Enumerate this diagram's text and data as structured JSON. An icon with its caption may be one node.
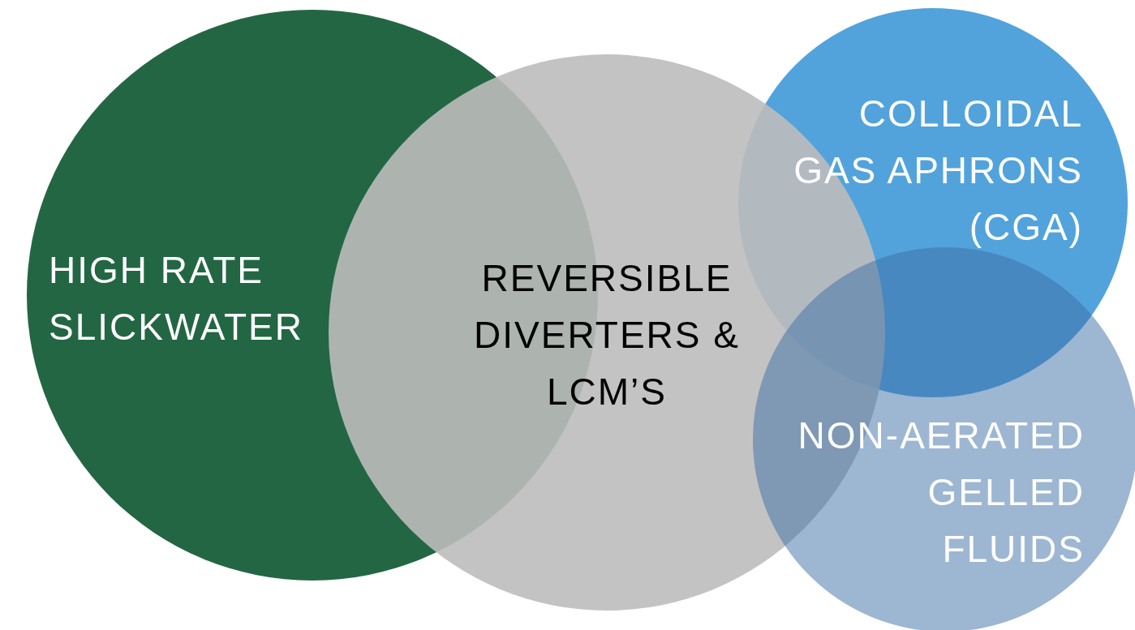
{
  "diagram": {
    "nodes": [
      {
        "text": [
          "HIGH RATE SLICKWATER"
        ]
      },
      {
        "text": [
          "COLLOIDAL GAS APHRONS (CGA)"
        ]
      },
      {
        "text": [
          "REVERSIBLE DIVERTERS & LCM’S"
        ]
      },
      {
        "text": [
          "NON-AERATED GELLED FLUIDS"
        ]
      }
    ]
  }
}
